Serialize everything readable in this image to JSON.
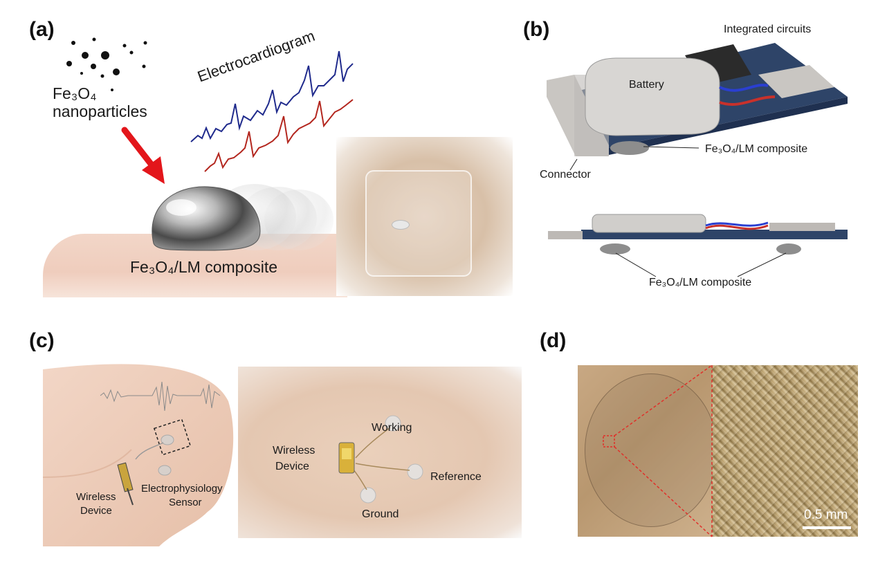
{
  "panels": {
    "a": {
      "label": "(a)",
      "nanoparticles_line1": "Fe₃O₄",
      "nanoparticles_line2": "nanoparticles",
      "ecg_label": "Electrocardiogram",
      "composite_label": "Fe₃O₄/LM composite",
      "colors": {
        "ecg_blue": "#1f2a8c",
        "ecg_red": "#b3261e",
        "arrow": "#e3161b",
        "skin": "#f1d3c4"
      }
    },
    "b": {
      "label": "(b)",
      "integrated_circuits": "Integrated circuits",
      "battery": "Battery",
      "composite_top": "Fe₃O₄/LM composite",
      "connector": "Connector",
      "composite_side": "Fe₃O₄/LM composite",
      "colors": {
        "board": "#2e4468",
        "battery": "#d8d6d3",
        "chip": "#2b2b2b"
      }
    },
    "c": {
      "label": "(c)",
      "arm_wireless_line1": "Wireless",
      "arm_wireless_line2": "Device",
      "arm_sensor_line1": "Electrophysiology",
      "arm_sensor_line2": "Sensor",
      "working": "Working",
      "device_line1": "Wireless",
      "device_line2": "Device",
      "reference": "Reference",
      "ground": "Ground"
    },
    "d": {
      "label": "(d)",
      "scale_bar": "0.5 mm"
    }
  }
}
